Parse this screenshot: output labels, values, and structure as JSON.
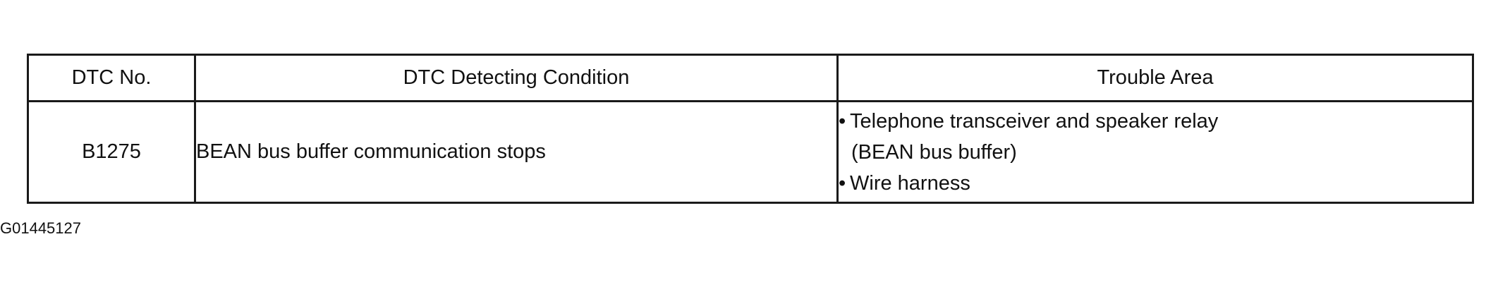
{
  "table": {
    "headers": {
      "dtc_no": "DTC No.",
      "condition": "DTC Detecting Condition",
      "trouble_area": "Trouble Area"
    },
    "row": {
      "dtc_no": "B1275",
      "condition": "BEAN bus buffer communication stops",
      "trouble_area": {
        "bullet": "•",
        "item1_line1": "Telephone transceiver and speaker relay",
        "item1_line2": "(BEAN bus buffer)",
        "item2": "Wire harness"
      }
    }
  },
  "figure_id": "G01445127"
}
